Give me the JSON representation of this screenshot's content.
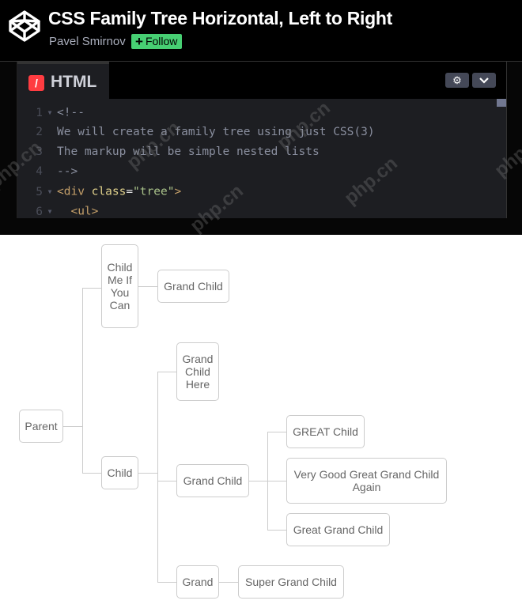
{
  "header": {
    "title": "CSS Family Tree Horizontal, Left to Right",
    "author": "Pavel Smirnov",
    "follow_label": "Follow",
    "follow_icon": "plus-icon",
    "logo_icon": "codepen-logo-icon",
    "accent_color": "#47cf73"
  },
  "editor": {
    "tab_label": "HTML",
    "tab_icon": "html-slash-icon",
    "tab_icon_color": "#ff3c41",
    "settings_icon": "gear-icon",
    "collapse_icon": "chevron-down-icon",
    "lines": [
      {
        "n": "1",
        "fold": true,
        "text": "<!--"
      },
      {
        "n": "2",
        "fold": false,
        "text": "We will create a family tree using just CSS(3)"
      },
      {
        "n": "3",
        "fold": false,
        "text": "The markup will be simple nested lists"
      },
      {
        "n": "4",
        "fold": false,
        "text": "-->"
      },
      {
        "n": "5",
        "fold": true,
        "text": "<div class=\"tree\">"
      },
      {
        "n": "6",
        "fold": true,
        "text": "  <ul>"
      }
    ],
    "line5": {
      "open": "<div",
      "attr": "class",
      "eq": "=",
      "str": "\"tree\"",
      "close": ">"
    }
  },
  "tree": {
    "parent": "Parent",
    "child1": "Child Me If You Can",
    "child1_grand": "Grand Child",
    "child2": "Child",
    "gc_here": "Grand Child Here",
    "gc_mid": "Grand Child",
    "great1": "GREAT Child",
    "great2": "Very Good Great Grand Child Again",
    "great3": "Great Grand Child",
    "grand": "Grand",
    "super": "Super Grand Child"
  },
  "watermark": "php.cn"
}
